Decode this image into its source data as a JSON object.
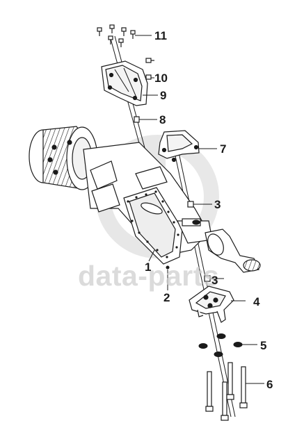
{
  "watermark": "data-parts",
  "colors": {
    "line": "#1a1a1a",
    "watermark": "#cfcfcf",
    "shade": "#d9d9d9",
    "dark": "#8a8a8a"
  },
  "callouts": [
    {
      "id": "p11",
      "number": "11"
    },
    {
      "id": "p10",
      "number": "10"
    },
    {
      "id": "p9",
      "number": "9"
    },
    {
      "id": "p8",
      "number": "8"
    },
    {
      "id": "p7",
      "number": "7"
    },
    {
      "id": "p3a",
      "number": "3"
    },
    {
      "id": "p1",
      "number": "1"
    },
    {
      "id": "p2",
      "number": "2"
    },
    {
      "id": "p3b",
      "number": "3"
    },
    {
      "id": "p4",
      "number": "4"
    },
    {
      "id": "p5",
      "number": "5"
    },
    {
      "id": "p6",
      "number": "6"
    }
  ]
}
